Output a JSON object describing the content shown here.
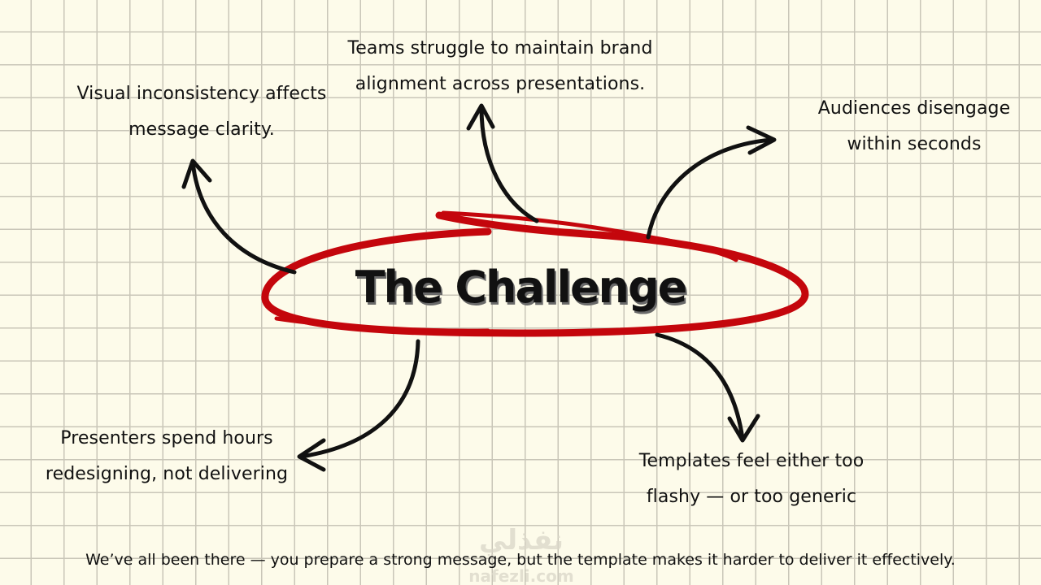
{
  "title": "The Challenge",
  "notes": {
    "top_left": {
      "line1": "Visual inconsistency affects",
      "line2": "message clarity."
    },
    "top_center": {
      "line1": "Teams struggle to maintain brand",
      "line2": "alignment across presentations."
    },
    "top_right": {
      "line1": "Audiences disengage",
      "line2": "within seconds"
    },
    "bottom_left": {
      "line1": "Presenters spend hours",
      "line2": "redesigning, not delivering"
    },
    "bottom_right": {
      "line1": "Templates feel either too",
      "line2": "flashy — or too generic"
    }
  },
  "footer": "We’ve all been there — you prepare a strong message, but the template makes it harder to deliver it effectively.",
  "watermark": {
    "arabic": "نفذلي",
    "latin": "nafezli.com"
  },
  "colors": {
    "background": "#fdfbea",
    "grid": "#c9c6b8",
    "ellipse": "#c4060c",
    "arrows": "#111111",
    "text": "#111111"
  }
}
